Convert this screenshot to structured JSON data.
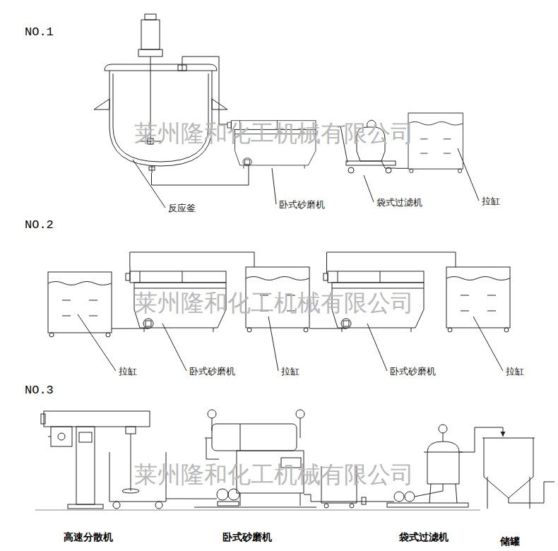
{
  "diagram": {
    "nodes": [
      {
        "text": [
          "反应釜"
        ]
      },
      {
        "text": [
          "卧式砂磨机"
        ]
      },
      {
        "text": [
          "袋式过滤机"
        ]
      },
      {
        "text": [
          "拉缸"
        ]
      },
      {
        "text": [
          "拉缸"
        ]
      },
      {
        "text": [
          "卧式砂磨机"
        ]
      },
      {
        "text": [
          "拉缸"
        ]
      },
      {
        "text": [
          "卧式砂磨机"
        ]
      },
      {
        "text": [
          "拉缸"
        ]
      },
      {
        "text": [
          "高速分散机"
        ]
      },
      {
        "text": [
          "卧式砂磨机"
        ]
      },
      {
        "text": [
          "袋式过滤机"
        ]
      },
      {
        "text": [
          "储罐"
        ]
      }
    ],
    "edges": [
      {
        "from": 0,
        "to": 1,
        "arrow": "none"
      },
      {
        "from": 1,
        "to": 0,
        "arrow": "none"
      },
      {
        "from": 2,
        "to": 3,
        "arrow": "none"
      },
      {
        "from": 4,
        "to": 5,
        "arrow": "none"
      },
      {
        "from": 5,
        "to": 6,
        "arrow": "none"
      },
      {
        "from": 6,
        "to": 7,
        "arrow": "none"
      },
      {
        "from": 7,
        "to": 8,
        "arrow": "none"
      },
      {
        "from": 9,
        "to": 10,
        "arrow": "none"
      },
      {
        "from": 10,
        "to": 11,
        "arrow": "none"
      },
      {
        "from": 11,
        "to": 12,
        "arrow": "to"
      }
    ],
    "labels": [
      "NO.1",
      "莱州隆和化工机械有限公司",
      "NO.2",
      "莱州隆和化工机械有限公司",
      "NO.3",
      "莱州隆和化工机械有限公司"
    ]
  }
}
